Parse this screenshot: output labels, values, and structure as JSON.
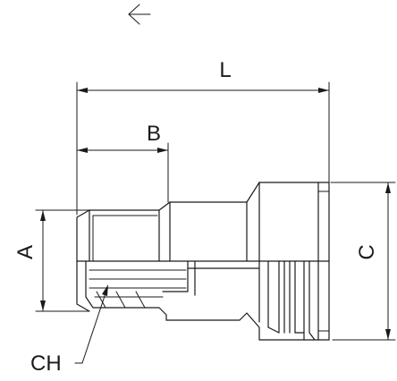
{
  "drawing": {
    "dimension_labels": {
      "length": "L",
      "thread_length": "B",
      "thread_diameter": "A",
      "body_diameter": "C",
      "wrench_flat": "CH"
    },
    "flow_arrow_icon": "left-arrow-icon"
  }
}
